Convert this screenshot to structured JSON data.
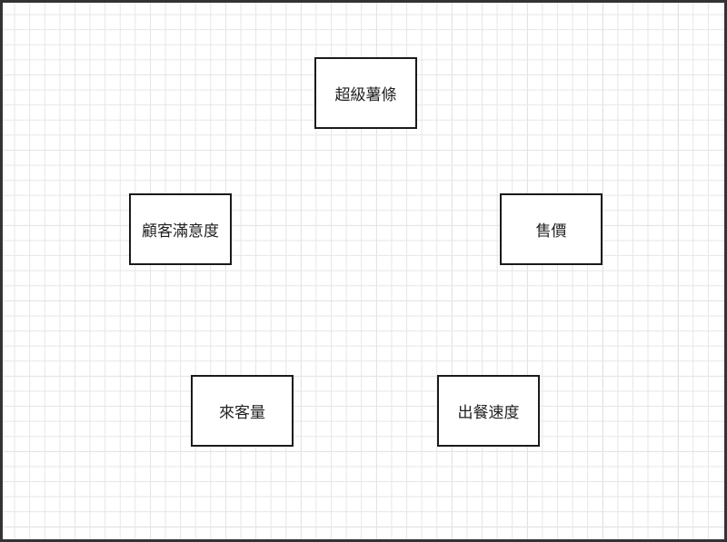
{
  "diagram": {
    "nodes": [
      {
        "id": "fries",
        "label": "超級薯條"
      },
      {
        "id": "satisfaction",
        "label": "顧客滿意度"
      },
      {
        "id": "price",
        "label": "售價"
      },
      {
        "id": "traffic",
        "label": "來客量"
      },
      {
        "id": "speed",
        "label": "出餐速度"
      }
    ]
  },
  "colors": {
    "grid_line": "#e6e6e6",
    "box_border": "#1a1a1a",
    "frame_border": "#333333"
  }
}
